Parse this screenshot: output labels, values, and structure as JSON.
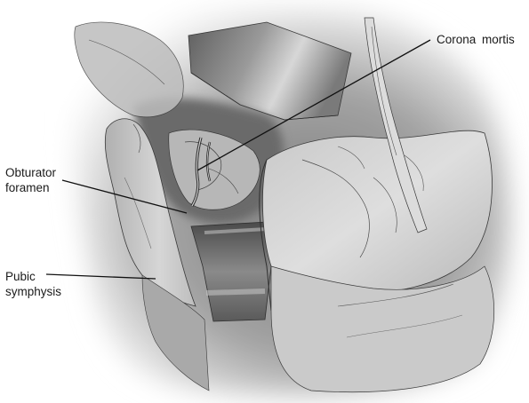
{
  "figure": {
    "labels": {
      "corona_mortis": "Corona mortis",
      "obturator_foramen": [
        "Obturator",
        "foramen"
      ],
      "pubic_symphysis": [
        "Pubic",
        "symphysis"
      ]
    },
    "colors": {
      "background": "#ffffff",
      "leader_line": "#111111",
      "outline": "#3a3a3a"
    }
  }
}
